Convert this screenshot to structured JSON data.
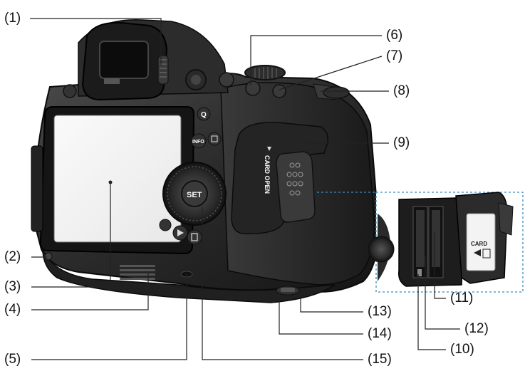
{
  "callouts": [
    {
      "id": "1",
      "label": "(1)"
    },
    {
      "id": "2",
      "label": "(2)"
    },
    {
      "id": "3",
      "label": "(3)"
    },
    {
      "id": "4",
      "label": "(4)"
    },
    {
      "id": "5",
      "label": "(5)"
    },
    {
      "id": "6",
      "label": "(6)"
    },
    {
      "id": "7",
      "label": "(7)"
    },
    {
      "id": "8",
      "label": "(8)"
    },
    {
      "id": "9",
      "label": "(9)"
    },
    {
      "id": "10",
      "label": "(10)"
    },
    {
      "id": "11",
      "label": "(11)"
    },
    {
      "id": "12",
      "label": "(12)"
    },
    {
      "id": "13",
      "label": "(13)"
    },
    {
      "id": "14",
      "label": "(14)"
    },
    {
      "id": "15",
      "label": "(15)"
    }
  ],
  "camera_text": {
    "card_open": "CARD OPEN",
    "set": "SET",
    "info": "INFO",
    "card": "CARD"
  },
  "colors": {
    "leader": "#222222",
    "inset_border": "#3a8bc0",
    "body_dark": "#1f1f1f"
  }
}
